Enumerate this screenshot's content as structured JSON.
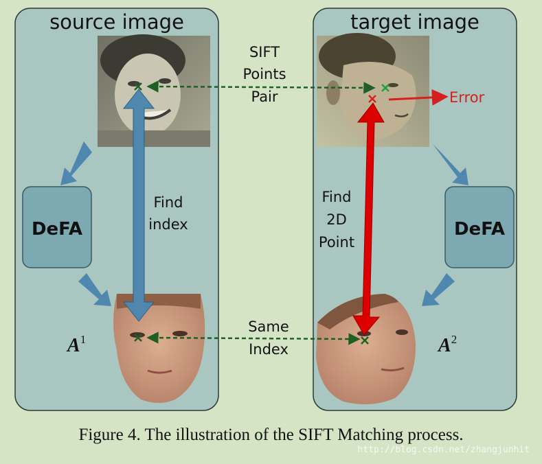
{
  "source_panel": {
    "title": "source image"
  },
  "target_panel": {
    "title": "target image"
  },
  "labels": {
    "sift_line1": "SIFT",
    "sift_line2": "Points",
    "sift_line3": "Pair",
    "find_index_line1": "Find",
    "find_index_line2": "index",
    "find_2d_line1": "Find",
    "find_2d_line2": "2D",
    "find_2d_line3": "Point",
    "same_index_line1": "Same",
    "same_index_line2": "Index",
    "error": "Error"
  },
  "defa_left": "DeFA",
  "defa_right": "DeFA",
  "a1": {
    "base": "A",
    "sup": "1"
  },
  "a2": {
    "base": "A",
    "sup": "2"
  },
  "caption": "Figure 4. The illustration of the SIFT Matching process.",
  "watermark": "http://blog.csdn.net/zhangjunhit",
  "colors": {
    "panel_fill": "#a9c7c0",
    "panel_stroke": "#2b3a3a",
    "arrow_blue": "#4f87ae",
    "arrow_red": "#dd0000",
    "dash_green": "#1f5f26",
    "defa_fill": "#7da9b2",
    "error_red": "#d62020"
  }
}
